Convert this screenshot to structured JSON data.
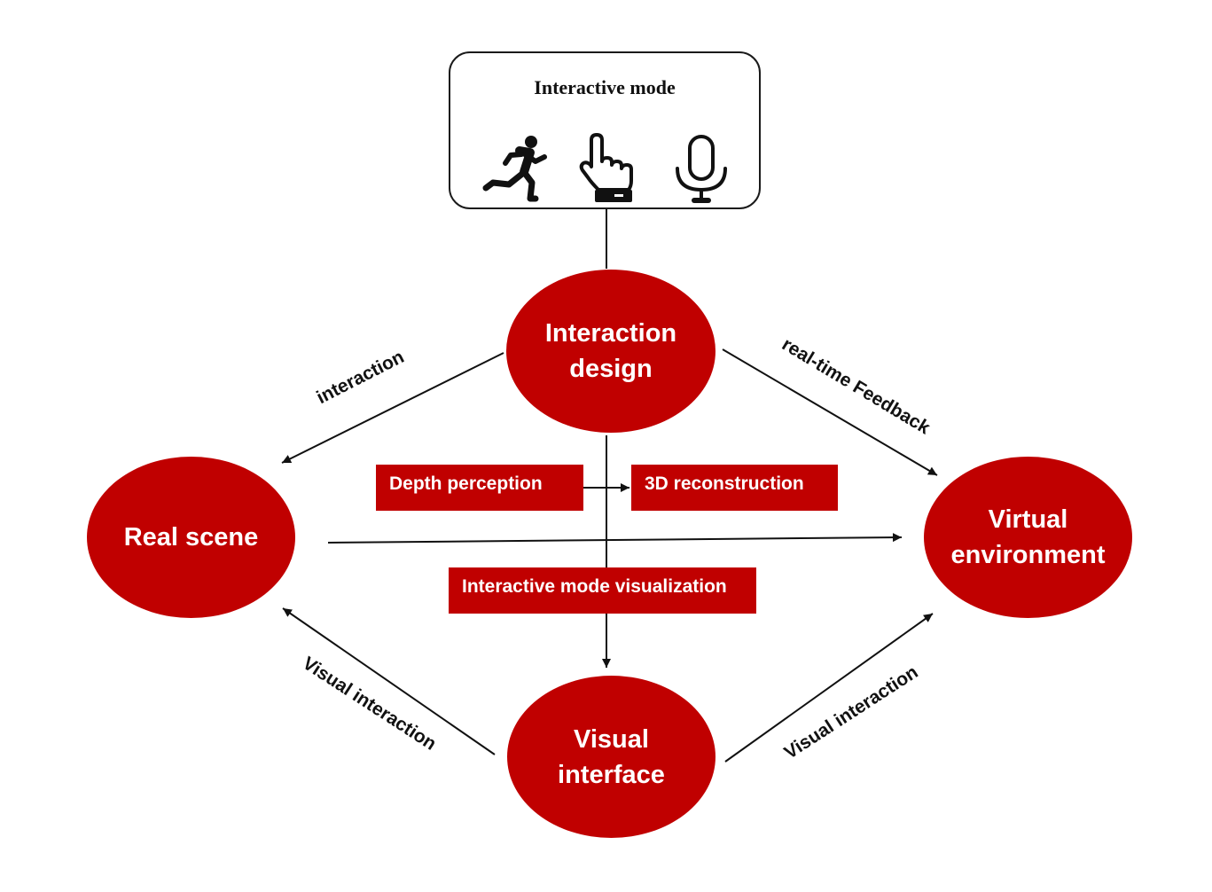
{
  "interactive_mode": {
    "title": "Interactive mode",
    "icons": [
      "running-person-icon",
      "pointing-hand-icon",
      "microphone-icon"
    ]
  },
  "nodes": {
    "interaction_design": "Interaction\ndesign",
    "real_scene": "Real scene",
    "virtual_environment": "Virtual\nenvironment",
    "visual_interface": "Visual\ninterface"
  },
  "tags": {
    "depth_perception": "Depth perception",
    "reconstruction": "3D reconstruction",
    "mode_visualization": "Interactive mode visualization"
  },
  "edge_labels": {
    "interaction": "interaction",
    "realtime_feedback": "real-time Feedback",
    "visual_interaction_left": "Visual interaction",
    "visual_interaction_right": "Visual interaction"
  },
  "colors": {
    "node_fill": "#c00000",
    "node_text": "#ffffff",
    "line": "#111111"
  }
}
